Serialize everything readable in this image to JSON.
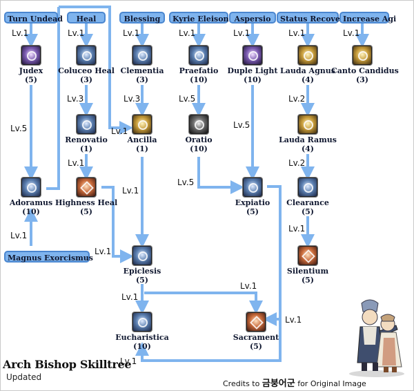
{
  "title": "Arch Bishop Skilltree",
  "subtitle": "Updated",
  "credits": {
    "prefix": "Credits to",
    "author": "금붕어군",
    "suffix": "for Original Image"
  },
  "base_skills": [
    {
      "id": "turn-undead",
      "label": "Turn Undead"
    },
    {
      "id": "heal",
      "label": "Heal"
    },
    {
      "id": "blessing",
      "label": "Blessing"
    },
    {
      "id": "kyrie-eleison",
      "label": "Kyrie Eleison"
    },
    {
      "id": "aspersio",
      "label": "Aspersio"
    },
    {
      "id": "status-recovery",
      "label": "Status Recovery"
    },
    {
      "id": "increase-agi",
      "label": "Increase Agi"
    },
    {
      "id": "magnus-exorcismus",
      "label": "Magnus Exorcismus"
    }
  ],
  "skills": [
    {
      "id": "judex",
      "name": "Judex",
      "max": "(5)",
      "icon": "judex-icon"
    },
    {
      "id": "coluceo-heal",
      "name": "Coluceo Heal",
      "max": "(3)",
      "icon": "coluceo-heal-icon"
    },
    {
      "id": "clementia",
      "name": "Clementia",
      "max": "(3)",
      "icon": "clementia-icon"
    },
    {
      "id": "praefatio",
      "name": "Praefatio",
      "max": "(10)",
      "icon": "praefatio-icon"
    },
    {
      "id": "duple-light",
      "name": "Duple Light",
      "max": "(10)",
      "icon": "duple-light-icon"
    },
    {
      "id": "lauda-agnus",
      "name": "Lauda Agnus",
      "max": "(4)",
      "icon": "lauda-agnus-icon"
    },
    {
      "id": "canto-candidus",
      "name": "Canto Candidus",
      "max": "(3)",
      "icon": "canto-candidus-icon"
    },
    {
      "id": "renovatio",
      "name": "Renovatio",
      "max": "(1)",
      "icon": "renovatio-icon"
    },
    {
      "id": "ancilla",
      "name": "Ancilla",
      "max": "(1)",
      "icon": "ancilla-icon"
    },
    {
      "id": "oratio",
      "name": "Oratio",
      "max": "(10)",
      "icon": "oratio-icon"
    },
    {
      "id": "lauda-ramus",
      "name": "Lauda Ramus",
      "max": "(4)",
      "icon": "lauda-ramus-icon"
    },
    {
      "id": "adoramus",
      "name": "Adoramus",
      "max": "(10)",
      "icon": "adoramus-icon"
    },
    {
      "id": "highness-heal",
      "name": "Highness Heal",
      "max": "(5)",
      "icon": "highness-heal-icon"
    },
    {
      "id": "expiatio",
      "name": "Expiatio",
      "max": "(5)",
      "icon": "expiatio-icon"
    },
    {
      "id": "clearance",
      "name": "Clearance",
      "max": "(5)",
      "icon": "clearance-icon"
    },
    {
      "id": "silentium",
      "name": "Silentium",
      "max": "(5)",
      "icon": "silentium-icon"
    },
    {
      "id": "epiclesis",
      "name": "Epiclesis",
      "max": "(5)",
      "icon": "epiclesis-icon"
    },
    {
      "id": "eucharistica",
      "name": "Eucharistica",
      "max": "(10)",
      "icon": "eucharistica-icon"
    },
    {
      "id": "sacrament",
      "name": "Sacrament",
      "max": "(5)",
      "icon": "sacrament-icon"
    }
  ],
  "requirement_labels": [
    "Lv.1",
    "Lv.1",
    "Lv.1",
    "Lv.1",
    "Lv.1",
    "Lv.1",
    "Lv.1",
    "Lv.5",
    "Lv.3",
    "Lv.3",
    "Lv.5",
    "Lv.5",
    "Lv.2",
    "Lv.1",
    "Lv.1",
    "Lv.1",
    "Lv.2",
    "Lv.5",
    "Lv.1",
    "Lv.1",
    "Lv.1",
    "Lv.1",
    "Lv.1",
    "Lv.1",
    "Lv.1"
  ],
  "colors": {
    "pill_fill": "#7fb4ee",
    "pill_border": "#4a86cf",
    "arrow": "#7fb4ee",
    "text": "#101830"
  }
}
